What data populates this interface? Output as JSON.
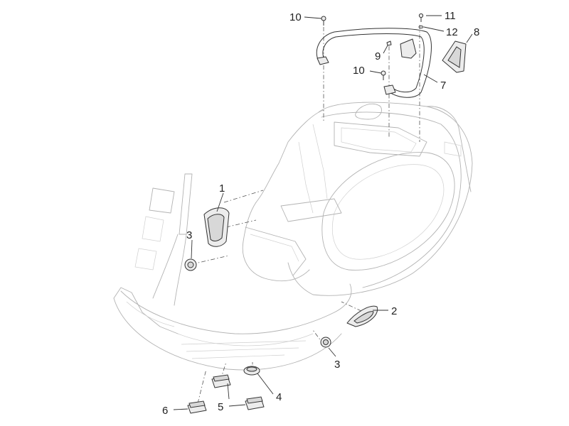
{
  "diagram": {
    "callouts": {
      "c1": "1",
      "c2": "2",
      "c3a": "3",
      "c3b": "3",
      "c4": "4",
      "c5": "5",
      "c6": "6",
      "c7": "7",
      "c8": "8",
      "c9": "9",
      "c10a": "10",
      "c10b": "10",
      "c11": "11",
      "c12": "12"
    },
    "colors": {
      "frame": "#b3b3b3",
      "part_outline": "#333333",
      "part_fill": "#ececec",
      "label": "#222222"
    }
  }
}
